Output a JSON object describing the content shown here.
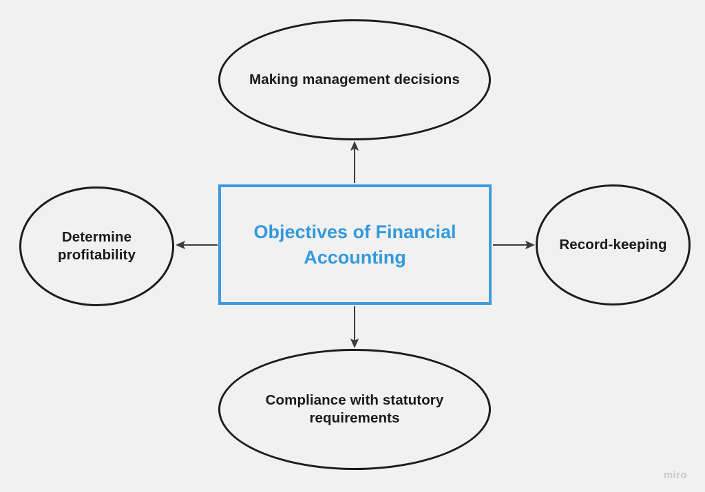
{
  "diagram": {
    "type": "hub-and-spoke",
    "background_color": "#f1f1f1",
    "center": {
      "label": "Objectives of Financial Accounting",
      "shape": "rectangle",
      "border_color": "#3d9bde",
      "text_color": "#3399dd"
    },
    "nodes": [
      {
        "id": "top",
        "label": "Making management decisions",
        "shape": "ellipse",
        "border_color": "#1c1c1c",
        "text_color": "#1a1a1a",
        "direction": "up"
      },
      {
        "id": "right",
        "label": "Record-keeping",
        "shape": "ellipse",
        "border_color": "#1c1c1c",
        "text_color": "#1a1a1a",
        "direction": "right"
      },
      {
        "id": "bottom",
        "label": "Compliance with statutory requirements",
        "shape": "ellipse",
        "border_color": "#1c1c1c",
        "text_color": "#1a1a1a",
        "direction": "down"
      },
      {
        "id": "left",
        "label": "Determine profitability",
        "shape": "ellipse",
        "border_color": "#1c1c1c",
        "text_color": "#1a1a1a",
        "direction": "left"
      }
    ],
    "connectors": [
      {
        "from": "center",
        "to": "top",
        "style": "single-arrow",
        "color": "#3b3b3b"
      },
      {
        "from": "center",
        "to": "right",
        "style": "single-arrow",
        "color": "#3b3b3b"
      },
      {
        "from": "center",
        "to": "bottom",
        "style": "single-arrow",
        "color": "#3b3b3b"
      },
      {
        "from": "center",
        "to": "left",
        "style": "single-arrow",
        "color": "#3b3b3b"
      }
    ]
  },
  "watermark": {
    "text": "miro",
    "color": "#c7c7cf"
  }
}
